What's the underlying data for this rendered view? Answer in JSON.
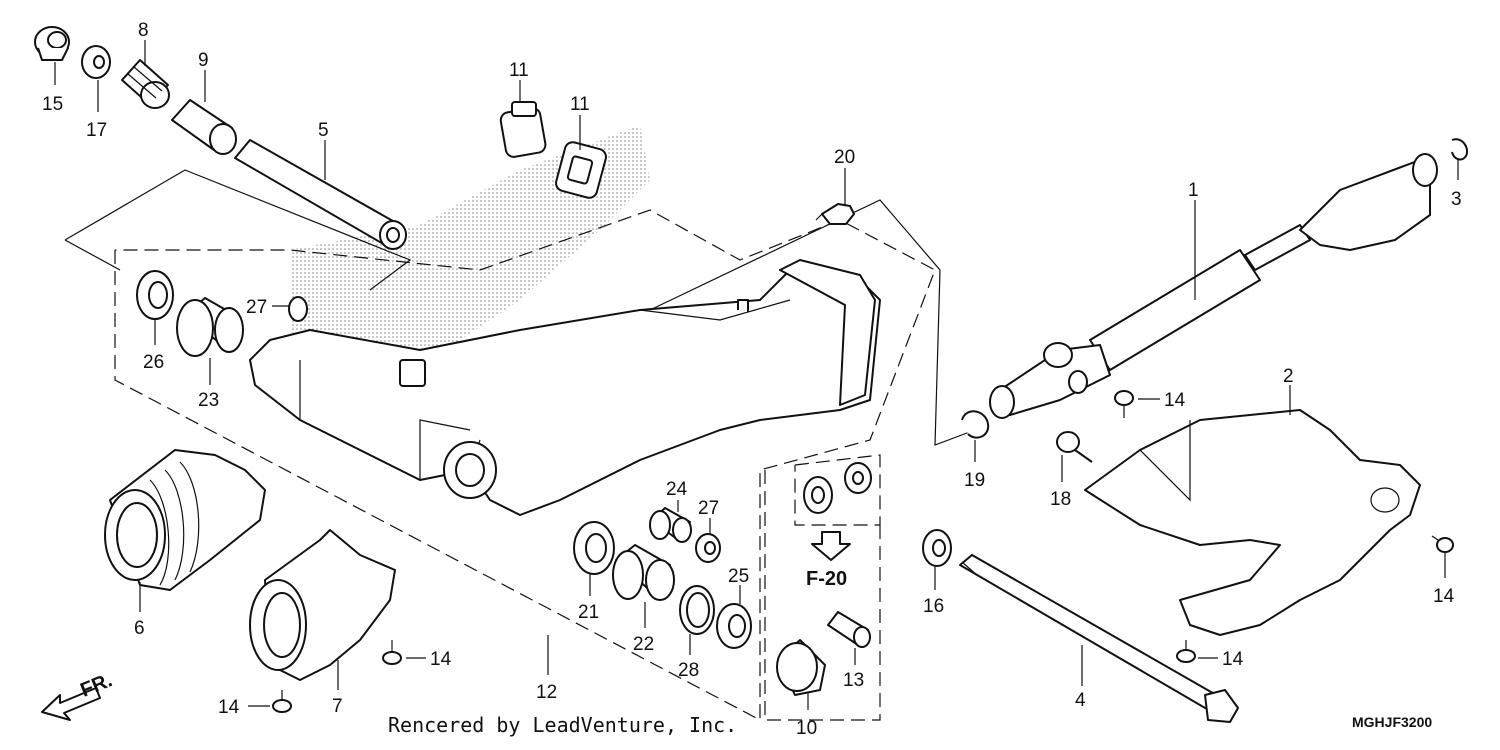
{
  "callouts": [
    {
      "id": "1",
      "text": "1"
    },
    {
      "id": "2",
      "text": "2"
    },
    {
      "id": "3",
      "text": "3"
    },
    {
      "id": "4",
      "text": "4"
    },
    {
      "id": "5",
      "text": "5"
    },
    {
      "id": "6",
      "text": "6"
    },
    {
      "id": "7",
      "text": "7"
    },
    {
      "id": "8",
      "text": "8"
    },
    {
      "id": "9",
      "text": "9"
    },
    {
      "id": "10",
      "text": "10"
    },
    {
      "id": "11a",
      "text": "11"
    },
    {
      "id": "11b",
      "text": "11"
    },
    {
      "id": "12",
      "text": "12"
    },
    {
      "id": "13",
      "text": "13"
    },
    {
      "id": "14a",
      "text": "14"
    },
    {
      "id": "14b",
      "text": "14"
    },
    {
      "id": "14c",
      "text": "14"
    },
    {
      "id": "14d",
      "text": "14"
    },
    {
      "id": "14e",
      "text": "14"
    },
    {
      "id": "15",
      "text": "15"
    },
    {
      "id": "16",
      "text": "16"
    },
    {
      "id": "17",
      "text": "17"
    },
    {
      "id": "18",
      "text": "18"
    },
    {
      "id": "19",
      "text": "19"
    },
    {
      "id": "20",
      "text": "20"
    },
    {
      "id": "21",
      "text": "21"
    },
    {
      "id": "22",
      "text": "22"
    },
    {
      "id": "23",
      "text": "23"
    },
    {
      "id": "24",
      "text": "24"
    },
    {
      "id": "25",
      "text": "25"
    },
    {
      "id": "26",
      "text": "26"
    },
    {
      "id": "27a",
      "text": "27"
    },
    {
      "id": "27b",
      "text": "27"
    },
    {
      "id": "28",
      "text": "28"
    }
  ],
  "reference_label": "F-20",
  "front_label": "FR.",
  "credit": "Rencered by LeadVenture, Inc.",
  "diagram_code": "MGHJF3200"
}
